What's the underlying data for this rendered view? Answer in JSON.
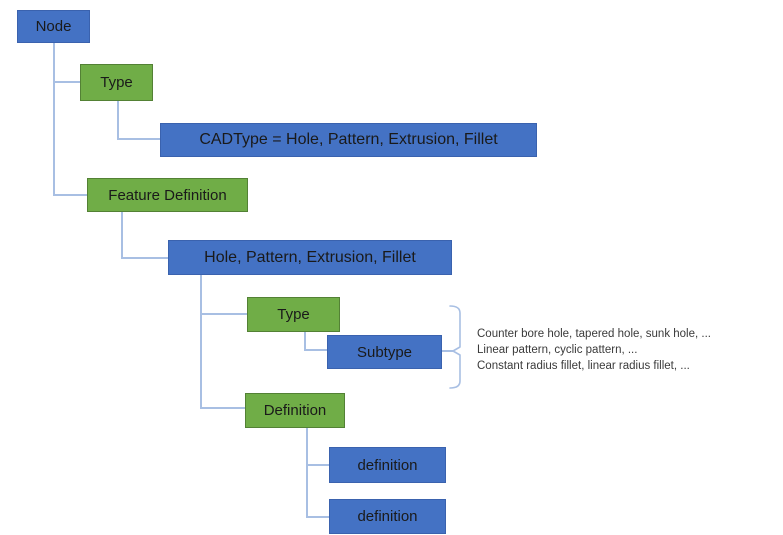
{
  "diagram": {
    "title": "Node feature tree diagram",
    "nodes": [
      {
        "id": "node",
        "label": "Node",
        "kind": "blue"
      },
      {
        "id": "type1",
        "label": "Type",
        "kind": "green"
      },
      {
        "id": "cadtype",
        "label": "CADType = Hole, Pattern, Extrusion, Fillet",
        "kind": "blue"
      },
      {
        "id": "feature_definition",
        "label": "Feature Definition",
        "kind": "green"
      },
      {
        "id": "hole_pattern",
        "label": "Hole, Pattern, Extrusion, Fillet",
        "kind": "blue"
      },
      {
        "id": "type2",
        "label": "Type",
        "kind": "green"
      },
      {
        "id": "subtype",
        "label": "Subtype",
        "kind": "blue"
      },
      {
        "id": "definition",
        "label": "Definition",
        "kind": "green"
      },
      {
        "id": "definition_child1",
        "label": "definition",
        "kind": "blue"
      },
      {
        "id": "definition_child2",
        "label": "definition",
        "kind": "blue"
      }
    ],
    "annotation_lines": [
      "Counter bore hole, tapered hole, sunk hole, ...",
      "Linear pattern, cyclic pattern,  ...",
      "Constant radius fillet, linear radius fillet, ..."
    ],
    "colors": {
      "blue_fill": "#4472C4",
      "blue_border": "#3A62AE",
      "green_fill": "#70AD47",
      "green_border": "#538135",
      "connector": "#A8BFE3",
      "text": "#1A1A1A",
      "annotation_text": "#3A3A3A",
      "background": "#FFFFFF"
    }
  }
}
